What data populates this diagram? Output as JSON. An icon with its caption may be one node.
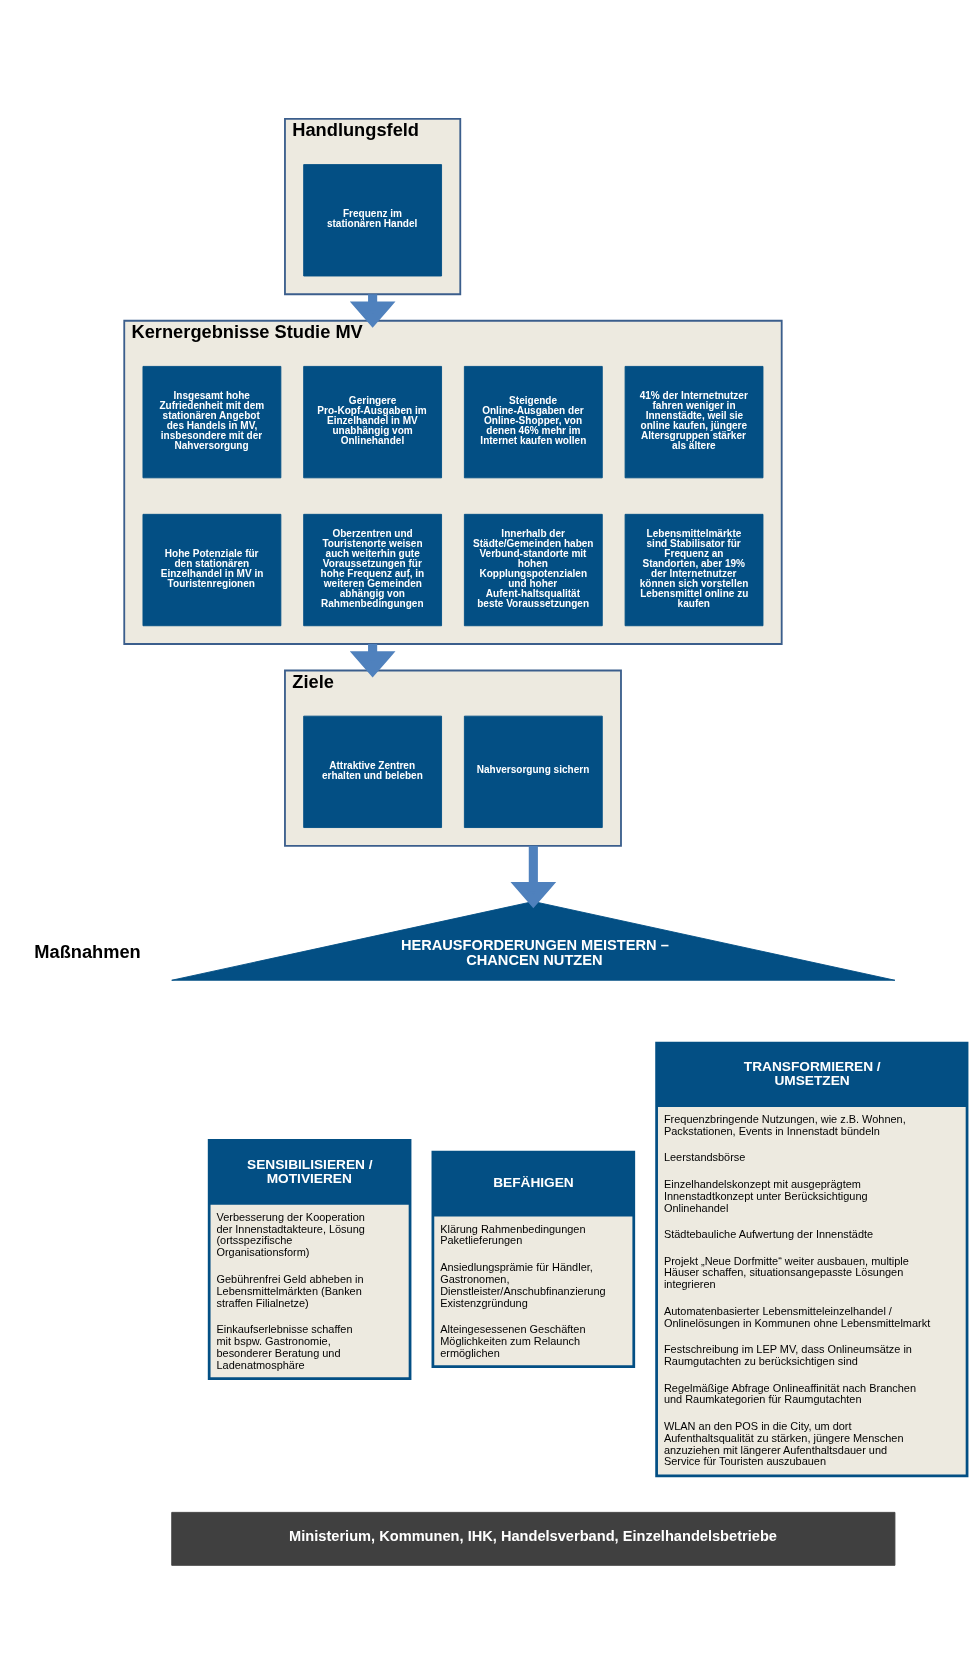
{
  "diagram": {
    "nodes": [
      {
        "text": [
          "Handlungsfeld"
        ]
      },
      {
        "text": [
          "Frequenz im stationären Handel"
        ],
        "in": 0
      },
      {
        "text": [
          "Kernergebnisse Studie MV"
        ]
      },
      {
        "text": [
          "Insgesamt hohe Zufriedenheit mit dem stationären Angebot des Handels in MV, insbesondere mit der Nahversorgung"
        ],
        "in": 2
      },
      {
        "text": [
          "Geringere Pro-Kopf-Ausgaben im Einzelhandel in MV unabhängig vom Onlinehandel"
        ],
        "in": 2
      },
      {
        "text": [
          "Steigende Online-Ausgaben der Online-Shopper, von denen 46% mehr im Internet kaufen wollen"
        ],
        "in": 2
      },
      {
        "text": [
          "41% der Internetnutzer fahren weniger in Innenstädte, weil sie online kaufen, jüngere Altersgruppen stärker als ältere"
        ],
        "in": 2
      },
      {
        "text": [
          "Hohe Potenziale für den stationären Einzelhandel in MV in Touristenregionen"
        ],
        "in": 2
      },
      {
        "text": [
          "Oberzentren und Touristenorte weisen auch weiterhin gute Voraussetzungen für hohe Frequenz auf, in weiteren Gemeinden abhängig von Rahmenbedingungen"
        ],
        "in": 2
      },
      {
        "text": [
          "Innerhalb der Städte/Gemeinden haben Verbund-standorte mit hohen Kopplungspotenzialen und hoher Aufent-haltsqualität beste Voraussetzungen"
        ],
        "in": 2
      },
      {
        "text": [
          "Lebensmittelmärkte sind Stabilisator für Frequenz an Standorten, aber 19% der Internetnutzer können sich vorstellen Lebensmittel online zu kaufen"
        ],
        "in": 2
      },
      {
        "text": [
          "Ziele"
        ]
      },
      {
        "text": [
          "Attraktive Zentren erhalten und beleben"
        ],
        "in": 11
      },
      {
        "text": [
          "Nahversorgung sichern"
        ],
        "in": 11
      },
      {
        "text": [
          "HERAUSFORDERUNGEN MEISTERN – CHANCEN NUTZEN"
        ],
        "beside": [
          "Maßnahmen"
        ]
      },
      {
        "text": [
          "SENSIBILISIEREN / MOTIVIEREN",
          "Verbesserung der Kooperation der Innenstadtakteure, Lösung (ortsspezifische Organisationsform)",
          "Gebührenfrei Geld abheben in Lebensmittelmärkten (Banken straffen Filialnetze)",
          "Einkaufserlebnisse schaffen mit bspw. Gastronomie, besonderer Beratung und Ladenatmosphäre"
        ]
      },
      {
        "text": [
          "BEFÄHIGEN",
          "Klärung Rahmenbedingungen Paketlieferungen",
          "Ansiedlungsprämie für Händler, Gastronomen, Dienstleister/Anschubfinanzierung Existenzgründung",
          "Alteingesessenen Geschäften Möglichkeiten zum Relaunch ermöglichen"
        ]
      },
      {
        "text": [
          "TRANSFORMIEREN / UMSETZEN",
          "Frequenzbringende Nutzungen, wie z.B. Wohnen, Packstationen, Events in Innenstadt bündeln",
          "Leerstandsbörse",
          "Einzelhandelskonzept mit ausgeprägtem Innenstadtkonzept unter Berücksichtigung Onlinehandel",
          "Städtebauliche Aufwertung der Innenstädte",
          "Projekt „Neue Dorfmitte“ weiter ausbauen, multiple Häuser schaffen, situationsangepasste Lösungen integrieren",
          "Automatenbasierter Lebensmitteleinzelhandel / Onlinelösungen in Kommunen ohne Lebensmittelmarkt",
          "Festschreibung im LEP MV, dass Onlineumsätze in Raumgutachten zu berücksichtigen sind",
          "Regelmäßige Abfrage Onlineaffinität nach Branchen und Raumkategorien für Raumgutachten",
          "WLAN an den POS in die City, um dort Aufenthaltsqualität zu stärken, jüngere Menschen anzuziehen mit längerer Aufenthaltsdauer und Service für Touristen auszubauen"
        ]
      },
      {
        "text": [
          "Ministerium, Kommunen, IHK, Handelsverband, Einzelhandelsbetriebe"
        ]
      }
    ],
    "edges": [
      {
        "from": 0,
        "to": 2,
        "arrow": "to"
      },
      {
        "from": 2,
        "to": 11,
        "arrow": "to"
      },
      {
        "from": 11,
        "to": 14,
        "arrow": "to"
      }
    ]
  }
}
